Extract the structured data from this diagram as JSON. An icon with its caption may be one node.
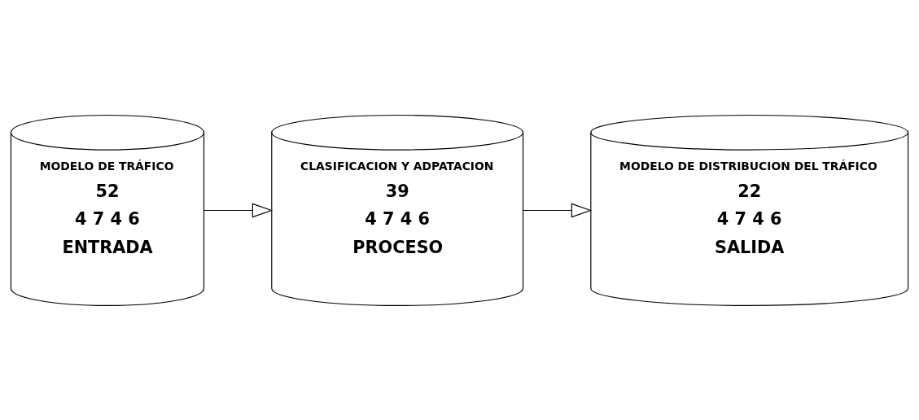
{
  "diagram": {
    "nodes": [
      {
        "text": [
          "MODELO DE TRÁFICO",
          "52",
          "4 7 4 6",
          "ENTRADA"
        ]
      },
      {
        "text": [
          "CLASIFICACION Y ADPATACION",
          "39",
          "4 7 4 6",
          "PROCESO"
        ]
      },
      {
        "text": [
          "MODELO DE DISTRIBUCION DEL TRÁFICO",
          "22",
          "4 7 4 6",
          "SALIDA"
        ]
      }
    ],
    "edges": [
      {
        "from": 0,
        "to": 1,
        "arrow": "to"
      },
      {
        "from": 1,
        "to": 2,
        "arrow": "to"
      }
    ]
  }
}
